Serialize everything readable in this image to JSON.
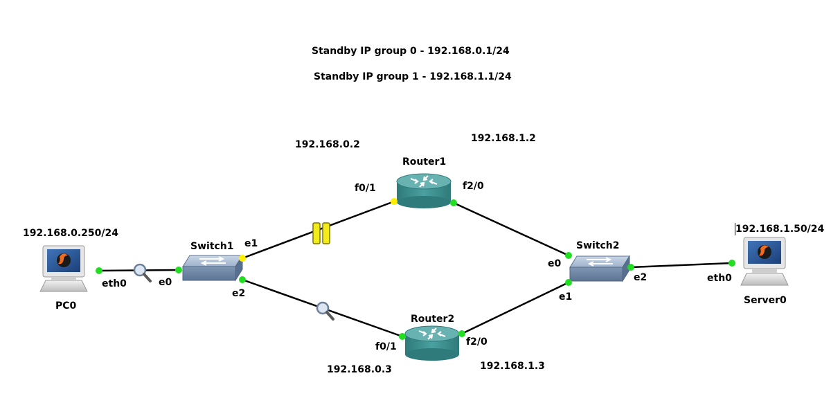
{
  "notes": {
    "group0": "Standby IP group 0 - 192.168.0.1/24",
    "group1": "Standby IP group 1 - 192.168.1.1/24"
  },
  "nodes": {
    "pc0": {
      "name": "PC0",
      "ip": "192.168.0.250/24",
      "port": "eth0"
    },
    "switch1": {
      "name": "Switch1",
      "ports": {
        "e0": "e0",
        "e1": "e1",
        "e2": "e2"
      }
    },
    "router1": {
      "name": "Router1",
      "ip_left": "192.168.0.2",
      "ip_right": "192.168.1.2",
      "port_left": "f0/1",
      "port_right": "f2/0"
    },
    "router2": {
      "name": "Router2",
      "ip_left": "192.168.0.3",
      "ip_right": "192.168.1.3",
      "port_left": "f0/1",
      "port_right": "f2/0"
    },
    "switch2": {
      "name": "Switch2",
      "ports": {
        "e0": "e0",
        "e1": "e1",
        "e2": "e2"
      }
    },
    "server0": {
      "name": "Server0",
      "ip": "192.168.1.50/24",
      "port": "eth0"
    }
  },
  "links": [
    {
      "from": "PC0 eth0",
      "to": "Switch1 e0",
      "status": "up",
      "capture": "active"
    },
    {
      "from": "Switch1 e1",
      "to": "Router1 f0/1",
      "status": "suspended",
      "capture": "paused"
    },
    {
      "from": "Switch1 e2",
      "to": "Router2 f0/1",
      "status": "up",
      "capture": "active"
    },
    {
      "from": "Router1 f2/0",
      "to": "Switch2 e0",
      "status": "up"
    },
    {
      "from": "Router2 f2/0",
      "to": "Switch2 e1",
      "status": "up"
    },
    {
      "from": "Switch2 e2",
      "to": "Server0 eth0",
      "status": "up"
    }
  ],
  "colors": {
    "port_up": "#22dd22",
    "port_suspended": "#ffee00",
    "router": "#3e8f8f",
    "switch": "#7f9ab8",
    "link": "#000000"
  }
}
